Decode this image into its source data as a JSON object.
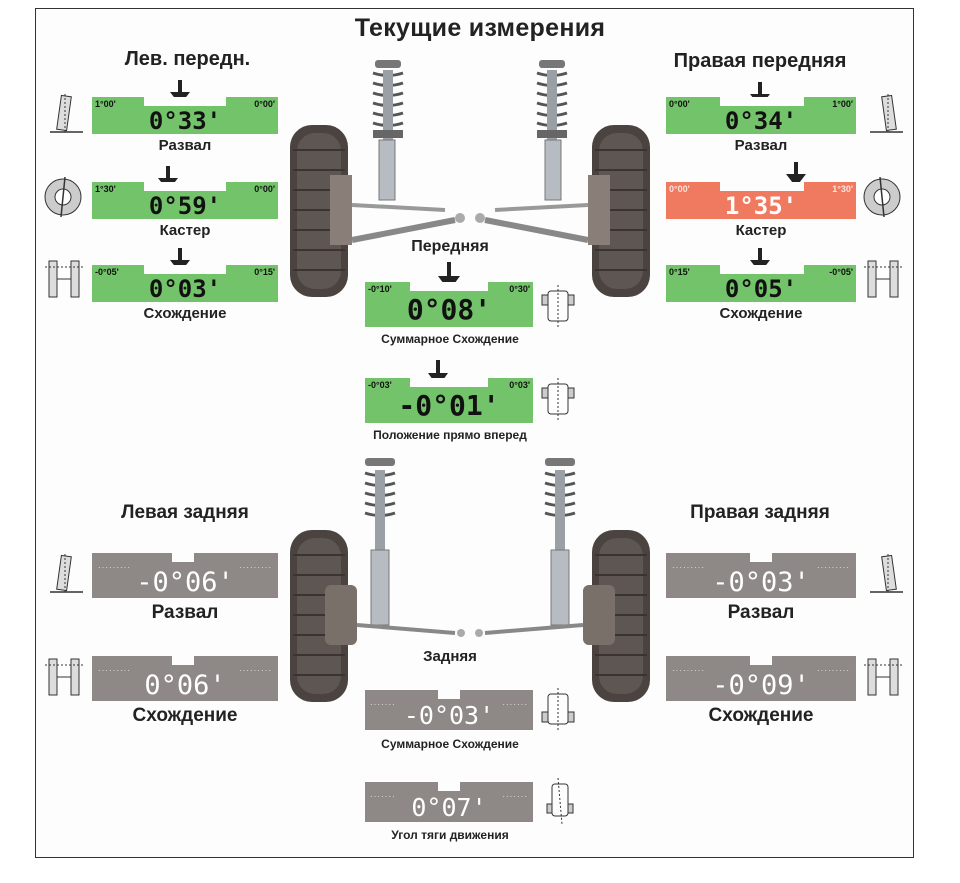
{
  "title": "Текущие измерения",
  "front": {
    "label": "Передняя",
    "left": {
      "heading": "Лев. передн.",
      "camber": {
        "label": "Развал",
        "value": "0°33'",
        "min": "1°00'",
        "max": "0°00'",
        "status": "ok"
      },
      "caster": {
        "label": "Кастер",
        "value": "0°59'",
        "min": "1°30'",
        "max": "0°00'",
        "status": "ok"
      },
      "toe": {
        "label": "Схождение",
        "value": "0°03'",
        "min": "-0°05'",
        "max": "0°15'",
        "status": "ok"
      }
    },
    "right": {
      "heading": "Правая передняя",
      "camber": {
        "label": "Развал",
        "value": "0°34'",
        "min": "0°00'",
        "max": "1°00'",
        "status": "ok"
      },
      "caster": {
        "label": "Кастер",
        "value": "1°35'",
        "min": "0°00'",
        "max": "1°30'",
        "status": "out"
      },
      "toe": {
        "label": "Схождение",
        "value": "0°05'",
        "min": "0°15'",
        "max": "-0°05'",
        "status": "ok"
      }
    },
    "total_toe": {
      "label": "Суммарное Схождение",
      "value": "0°08'",
      "min": "-0°10'",
      "max": "0°30'",
      "status": "ok"
    },
    "steer_ahead": {
      "label": "Положение прямо вперед",
      "value": "-0°01'",
      "min": "-0°03'",
      "max": "0°03'",
      "status": "ok"
    }
  },
  "rear": {
    "label": "Задняя",
    "left": {
      "heading": "Левая задняя",
      "camber": {
        "label": "Развал",
        "value": "-0°06'"
      },
      "toe": {
        "label": "Схождение",
        "value": "0°06'"
      }
    },
    "right": {
      "heading": "Правая задняя",
      "camber": {
        "label": "Развал",
        "value": "-0°03'"
      },
      "toe": {
        "label": "Схождение",
        "value": "-0°09'"
      }
    },
    "total_toe": {
      "label": "Суммарное Схождение",
      "value": "-0°03'"
    },
    "thrust_angle": {
      "label": "Угол тяги движения",
      "value": "0°07'"
    }
  },
  "colors": {
    "ok": "#73c36a",
    "out": "#f07a60",
    "no_spec": "#8e8886"
  },
  "icons": [
    "camber-gauge-icon",
    "caster-wheel-icon",
    "toe-gauge-icon",
    "car-outline-icon",
    "suspension-strut-image",
    "wheel-image"
  ]
}
